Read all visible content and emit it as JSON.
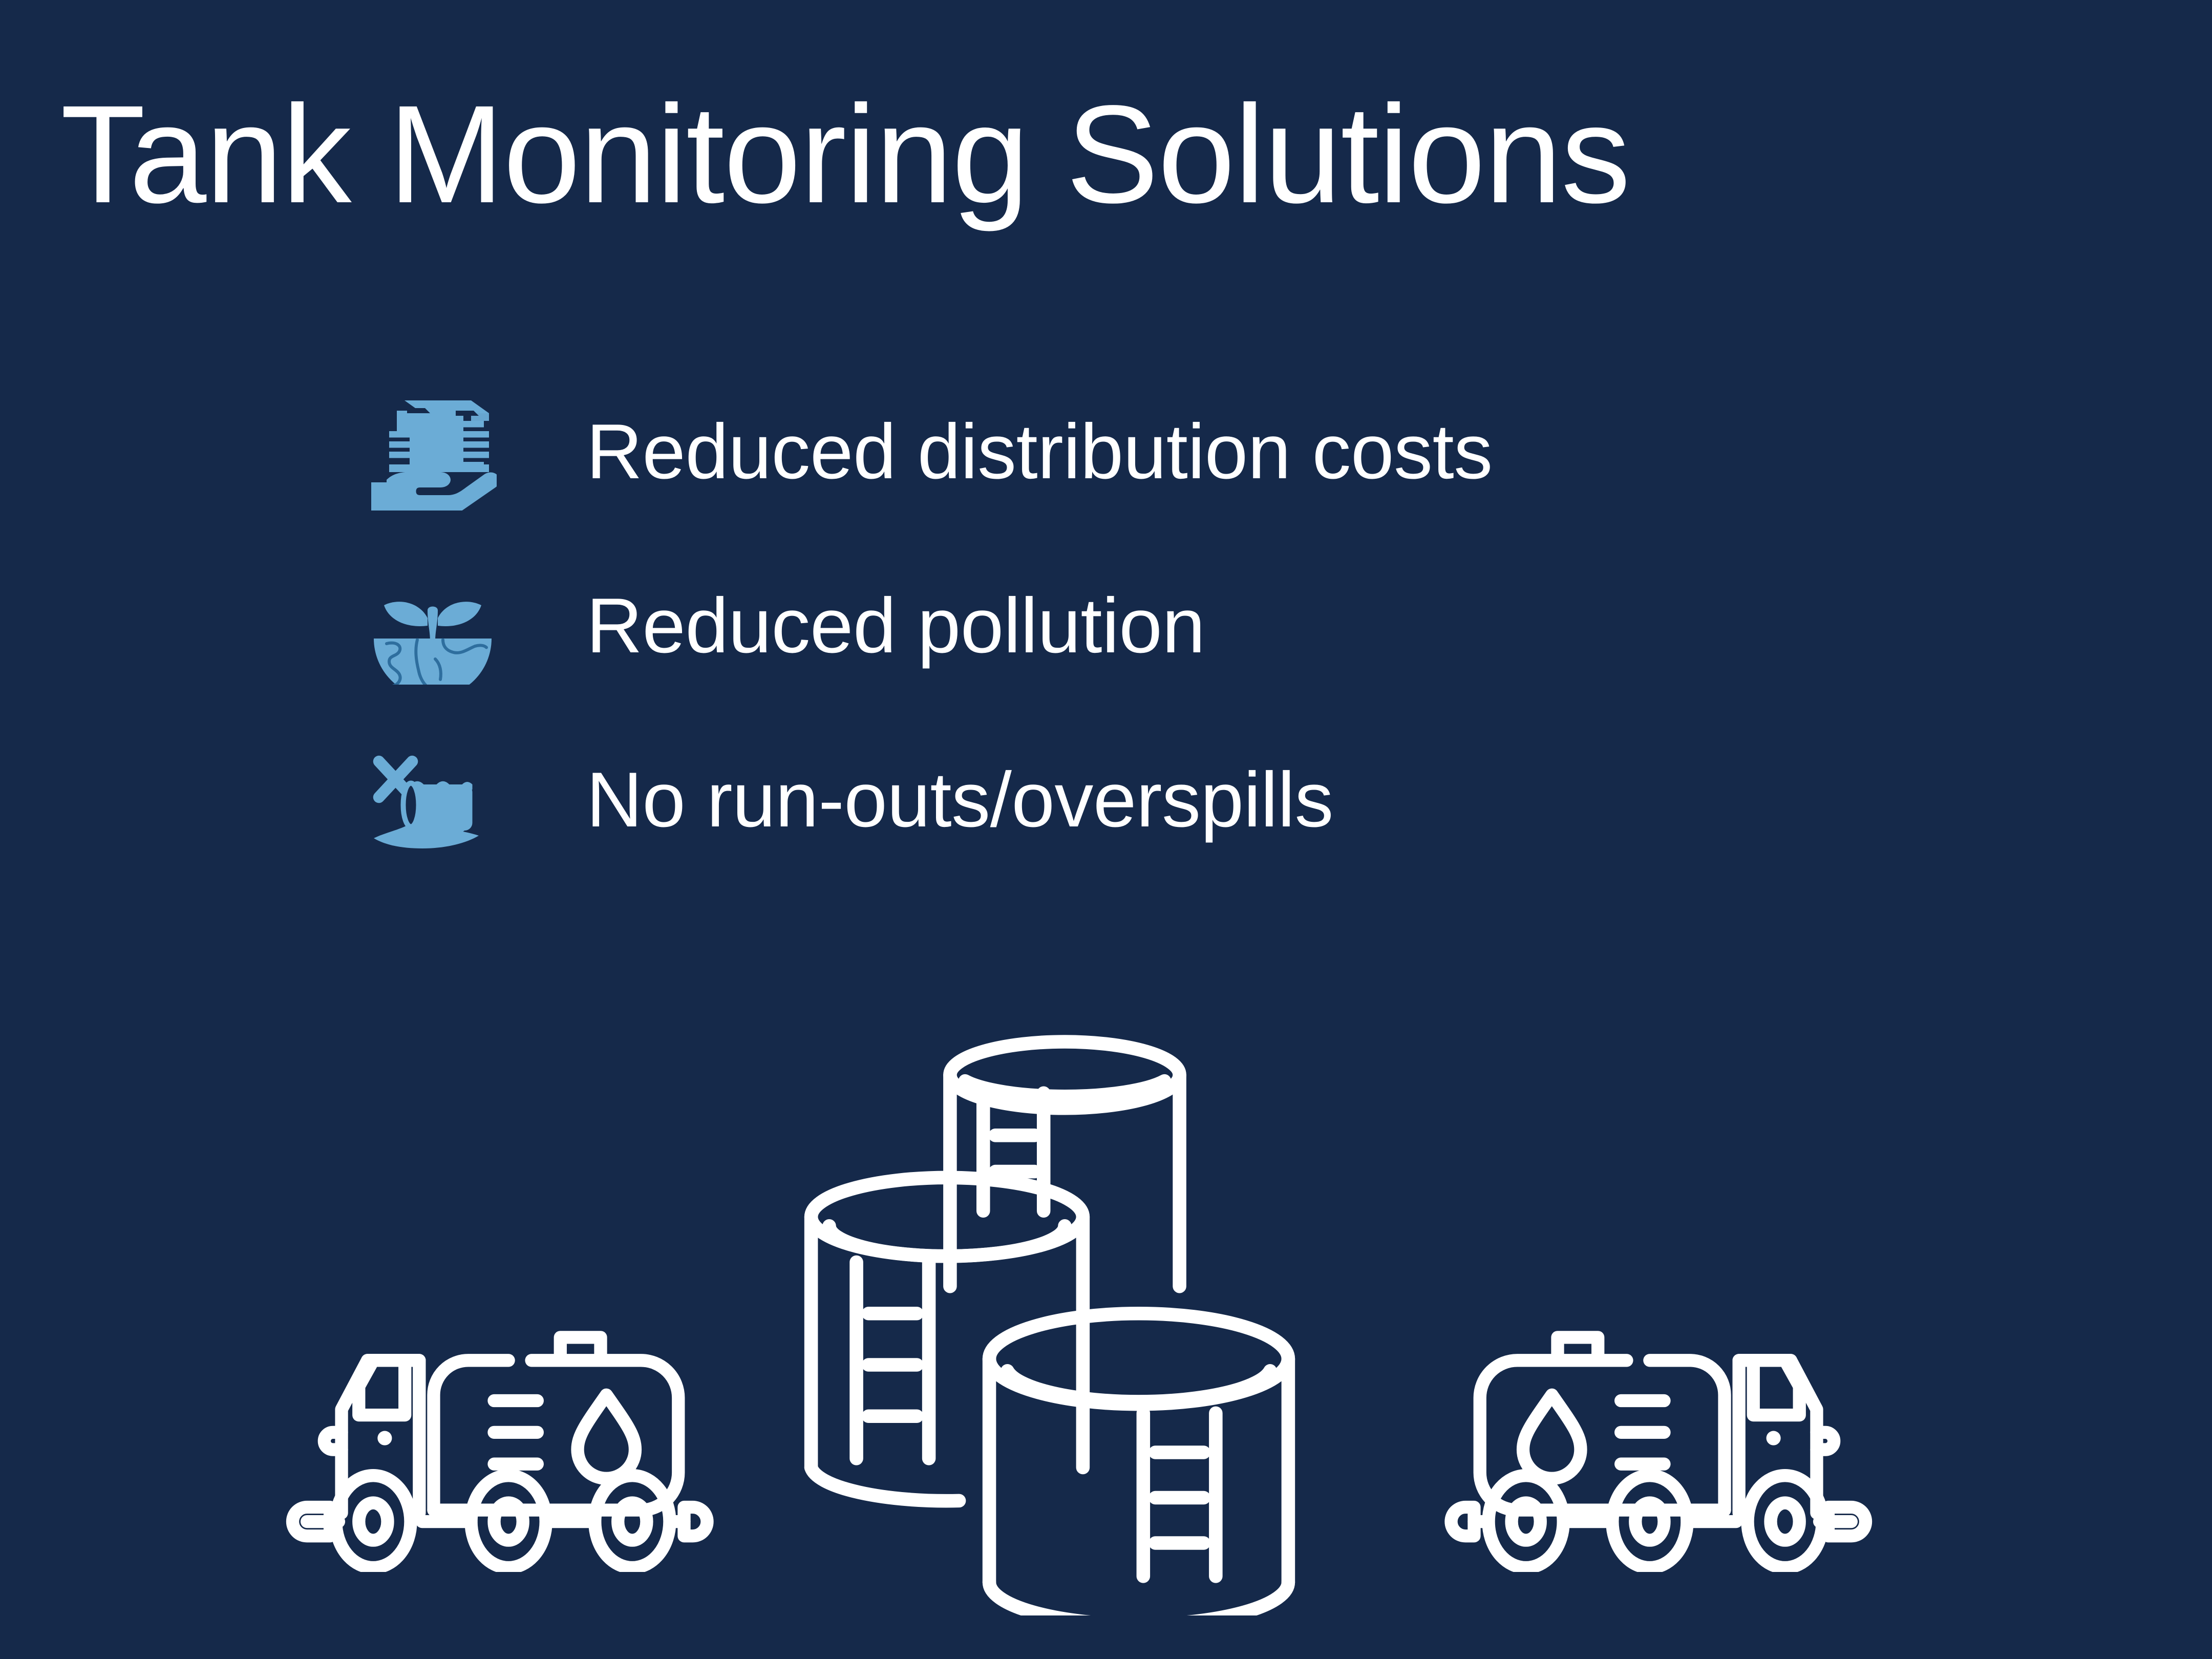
{
  "slide": {
    "background_color": "#15294a",
    "title": "Tank Monitoring Solutions",
    "title_color": "#ffffff",
    "accent_color": "#6bacd6"
  },
  "bullets": [
    {
      "icon": "money-in-hand-icon",
      "label": "Reduced distribution costs"
    },
    {
      "icon": "sprout-globe-icon",
      "label": "Reduced pollution"
    },
    {
      "icon": "no-spill-tank-icon",
      "label": "No run-outs/overspills"
    }
  ],
  "illustration": {
    "tanks": {
      "name": "storage-tanks-icon",
      "count": 3,
      "color": "#ffffff"
    },
    "truck_left": {
      "name": "tanker-truck-left-icon",
      "color": "#ffffff"
    },
    "truck_right": {
      "name": "tanker-truck-right-icon",
      "color": "#ffffff"
    }
  }
}
